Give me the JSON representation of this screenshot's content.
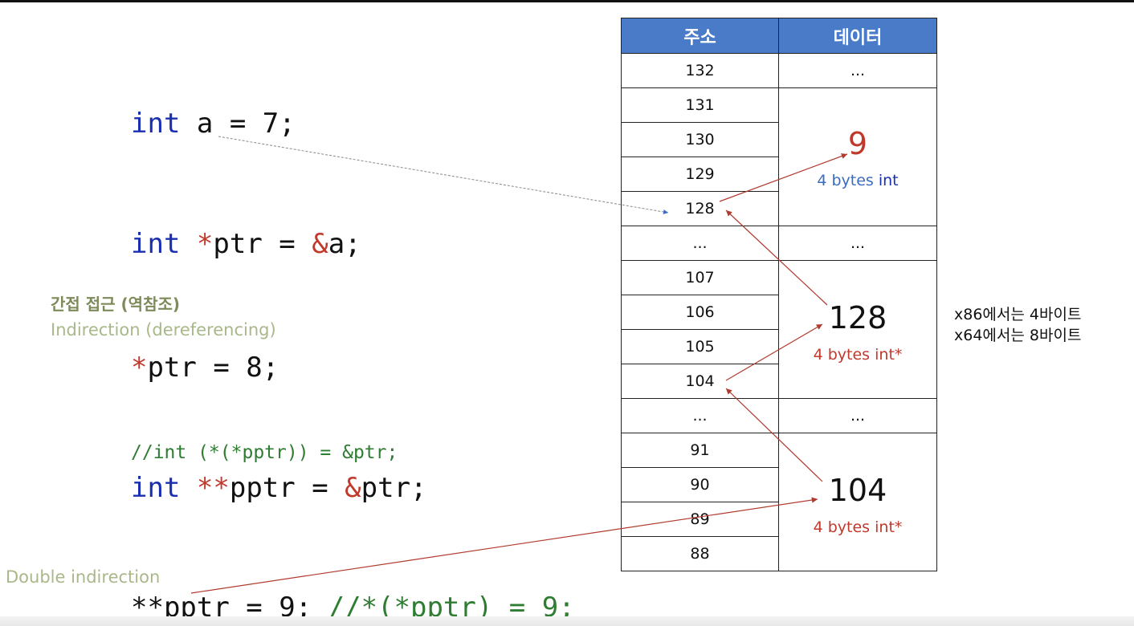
{
  "code": {
    "line1": {
      "kw": "int",
      "rest": " a = 7;"
    },
    "line2": {
      "kw": "int",
      "star": " *",
      "mid": "ptr = ",
      "amp": "&",
      "rest": "a;"
    },
    "line3": {
      "star": "*",
      "rest": "ptr = 8;"
    },
    "comment": "//int (*(*pptr)) = &ptr;",
    "line4": {
      "kw": "int",
      "star": " **",
      "mid": "pptr = ",
      "amp": "&",
      "rest": "ptr;"
    },
    "line5": {
      "pre": "**pptr = 9; ",
      "comment": "//*(*pptr) = 9;"
    }
  },
  "notes": {
    "indirection_ko": "간접 접근 (역참조)",
    "indirection_en": "Indirection (dereferencing)",
    "double": "Double indirection",
    "x86": "x86에서는 4바이트",
    "x64": "x64에서는 8바이트"
  },
  "table": {
    "headers": [
      "주소",
      "데이터"
    ],
    "addresses": [
      "132",
      "131",
      "130",
      "129",
      "128",
      "...",
      "107",
      "106",
      "105",
      "104",
      "...",
      "91",
      "90",
      "89",
      "88"
    ],
    "data": {
      "top": "...",
      "value_a": "9",
      "desc_a_prefix": "4 bytes ",
      "desc_a_type": "int",
      "gap1": "...",
      "value_ptr": "128",
      "desc_ptr": "4 bytes int*",
      "gap2": "...",
      "value_pptr": "104",
      "desc_pptr": "4 bytes int*"
    }
  }
}
